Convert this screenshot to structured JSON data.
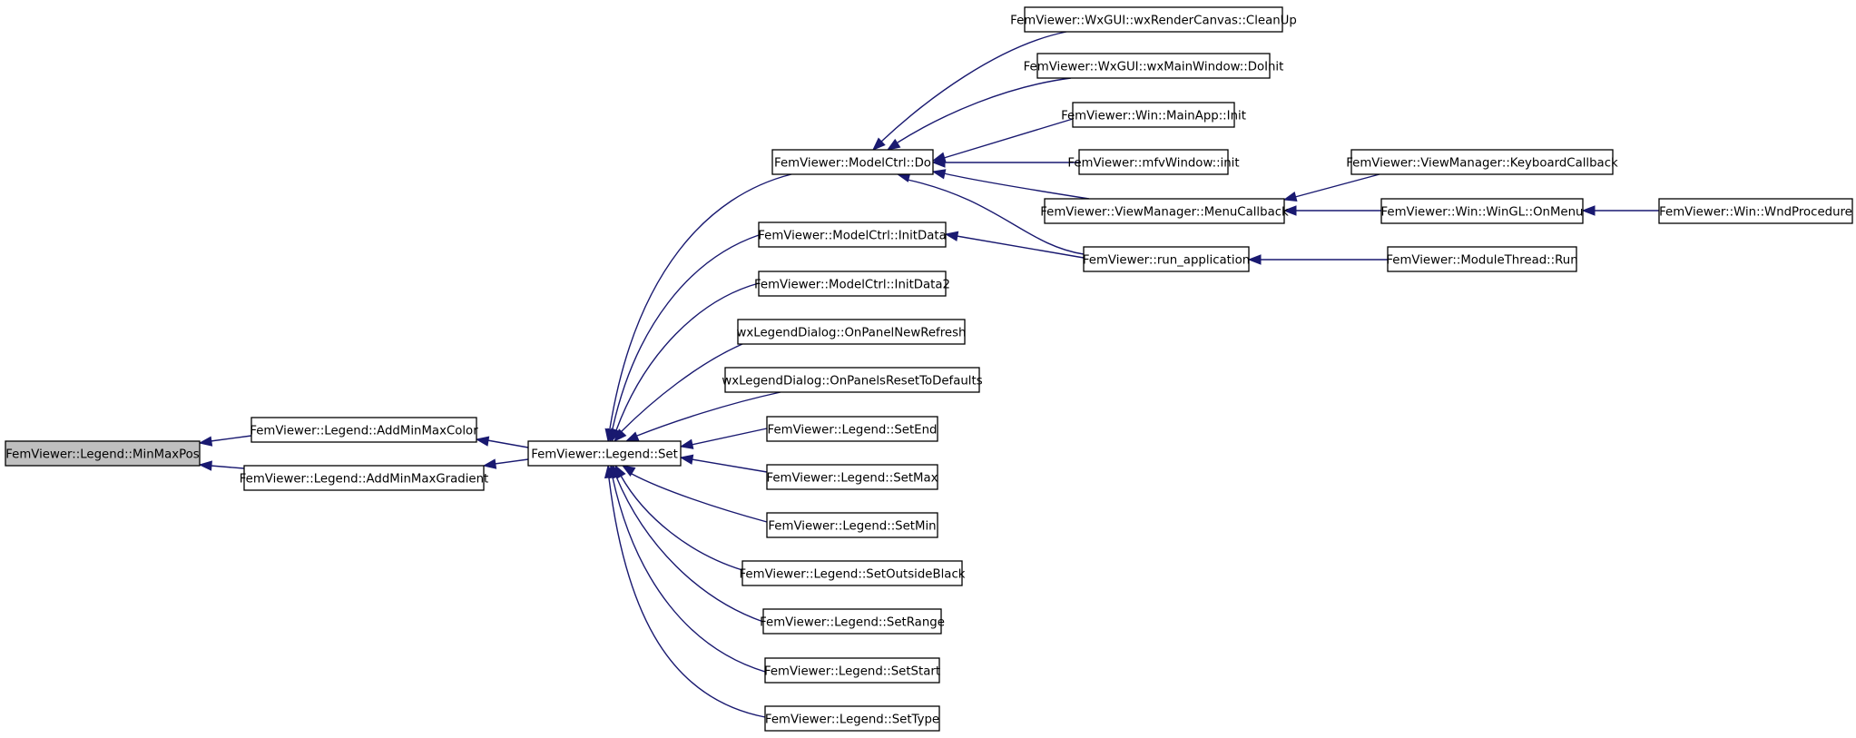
{
  "diagram": {
    "type": "call-graph",
    "colors": {
      "edge": "#191970",
      "highlight_fill": "#bfbfbf",
      "node_fill": "#ffffff",
      "node_border": "#000000"
    },
    "nodes": [
      {
        "id": "minmaxpos",
        "label": "FemViewer::Legend::MinMaxPos",
        "highlight": true
      },
      {
        "id": "addminmaxcolor",
        "label": "FemViewer::Legend::AddMinMaxColor"
      },
      {
        "id": "addminmaxgradient",
        "label": "FemViewer::Legend::AddMinMaxGradient"
      },
      {
        "id": "set",
        "label": "FemViewer::Legend::Set"
      },
      {
        "id": "modelctrl_do",
        "label": "FemViewer::ModelCtrl::Do"
      },
      {
        "id": "initdata",
        "label": "FemViewer::ModelCtrl::InitData"
      },
      {
        "id": "initdata2",
        "label": "FemViewer::ModelCtrl::InitData2"
      },
      {
        "id": "onpanelnewrefresh",
        "label": "wxLegendDialog::OnPanelNewRefresh"
      },
      {
        "id": "onpanelsreset",
        "label": "wxLegendDialog::OnPanelsResetToDefaults"
      },
      {
        "id": "setend",
        "label": "FemViewer::Legend::SetEnd"
      },
      {
        "id": "setmax",
        "label": "FemViewer::Legend::SetMax"
      },
      {
        "id": "setmin",
        "label": "FemViewer::Legend::SetMin"
      },
      {
        "id": "setoutsideblack",
        "label": "FemViewer::Legend::SetOutsideBlack"
      },
      {
        "id": "setrange",
        "label": "FemViewer::Legend::SetRange"
      },
      {
        "id": "setstart",
        "label": "FemViewer::Legend::SetStart"
      },
      {
        "id": "settype",
        "label": "FemViewer::Legend::SetType"
      },
      {
        "id": "cleanup",
        "label": "FemViewer::WxGUI::wxRenderCanvas::CleanUp"
      },
      {
        "id": "doinit",
        "label": "FemViewer::WxGUI::wxMainWindow::DoInit"
      },
      {
        "id": "mainapp_init",
        "label": "FemViewer::Win::MainApp::Init"
      },
      {
        "id": "mfvwindow_init",
        "label": "FemViewer::mfvWindow::init"
      },
      {
        "id": "menucallback",
        "label": "FemViewer::ViewManager::MenuCallback"
      },
      {
        "id": "run_application",
        "label": "FemViewer::run_application"
      },
      {
        "id": "keyboardcallback",
        "label": "FemViewer::ViewManager::KeyboardCallback"
      },
      {
        "id": "onmenu",
        "label": "FemViewer::Win::WinGL::OnMenu"
      },
      {
        "id": "modulethread_run",
        "label": "FemViewer::ModuleThread::Run"
      },
      {
        "id": "wndprocedure",
        "label": "FemViewer::Win::WndProcedure"
      }
    ],
    "edges": [
      {
        "from": "addminmaxcolor",
        "to": "minmaxpos"
      },
      {
        "from": "addminmaxgradient",
        "to": "minmaxpos"
      },
      {
        "from": "set",
        "to": "addminmaxcolor"
      },
      {
        "from": "set",
        "to": "addminmaxgradient"
      },
      {
        "from": "modelctrl_do",
        "to": "set"
      },
      {
        "from": "initdata",
        "to": "set"
      },
      {
        "from": "initdata2",
        "to": "set"
      },
      {
        "from": "onpanelnewrefresh",
        "to": "set"
      },
      {
        "from": "onpanelsreset",
        "to": "set"
      },
      {
        "from": "setend",
        "to": "set"
      },
      {
        "from": "setmax",
        "to": "set"
      },
      {
        "from": "setmin",
        "to": "set"
      },
      {
        "from": "setoutsideblack",
        "to": "set"
      },
      {
        "from": "setrange",
        "to": "set"
      },
      {
        "from": "setstart",
        "to": "set"
      },
      {
        "from": "settype",
        "to": "set"
      },
      {
        "from": "cleanup",
        "to": "modelctrl_do"
      },
      {
        "from": "doinit",
        "to": "modelctrl_do"
      },
      {
        "from": "mainapp_init",
        "to": "modelctrl_do"
      },
      {
        "from": "mfvwindow_init",
        "to": "modelctrl_do"
      },
      {
        "from": "menucallback",
        "to": "modelctrl_do"
      },
      {
        "from": "run_application",
        "to": "modelctrl_do"
      },
      {
        "from": "run_application",
        "to": "initdata"
      },
      {
        "from": "keyboardcallback",
        "to": "menucallback"
      },
      {
        "from": "onmenu",
        "to": "menucallback"
      },
      {
        "from": "modulethread_run",
        "to": "run_application"
      },
      {
        "from": "wndprocedure",
        "to": "onmenu"
      }
    ]
  }
}
